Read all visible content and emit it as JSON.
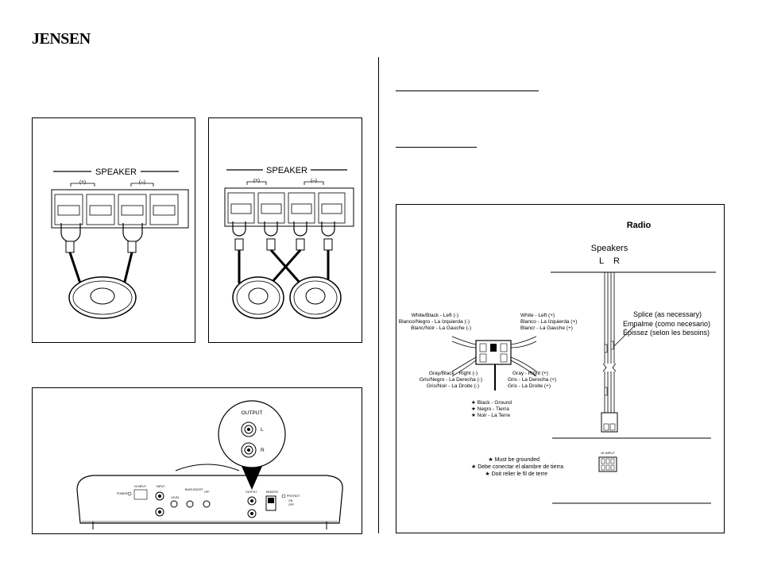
{
  "brand": "JENSEN",
  "speaker_panels": {
    "left": {
      "header": "SPEAKER",
      "pos": "(+)",
      "neg": "(–)"
    },
    "right": {
      "header": "SPEAKER",
      "pos": "(+)",
      "neg": "(–)"
    }
  },
  "amp_panel": {
    "output_label": "OUTPUT",
    "l": "L",
    "r": "R",
    "power": "POWER",
    "hi_input": "HI INPUT",
    "input": "INPUT",
    "level": "LEVEL",
    "bass_boost": "BASS BOOST",
    "lpf": "LPF",
    "output": "OUTPUT",
    "remote": "REMOTE",
    "protect": "PROTECT",
    "on": "ON",
    "off": "OFF"
  },
  "wiring": {
    "radio": "Radio",
    "speakers": "Speakers",
    "l": "L",
    "r": "R",
    "left_top": [
      "White/Black - Left (-)",
      "Blanco/Negro - La Izquierda (-)",
      "Blanc/Noir - La Gauche (-)"
    ],
    "right_top": [
      "White - Left (+)",
      "Blanco - La Izquierda (+)",
      "Blancr - La Gauche (+)"
    ],
    "left_bottom": [
      "Gray/Black - Right (-)",
      "Gris/Negro - La Derecha (-)",
      "Gris/Noir - La Droite (-)"
    ],
    "right_bottom": [
      "Gray - Right (+)",
      "Gris - La Derecha (+)",
      "Gris - La Droite (+)"
    ],
    "ground": [
      "★ Black - Ground",
      "★ Negro - Tierra",
      "★ Noir - La Terre"
    ],
    "splice": [
      "Splice (as necessary)",
      "Empalme (como necesario)",
      "Épissez (selon les besoins)"
    ],
    "grounded": [
      "★ Must be grounded",
      "★ Debe conectar el alambre de tierra",
      "★ Doit relier le fil de terre"
    ],
    "hi_input": "HI-INPUT"
  }
}
